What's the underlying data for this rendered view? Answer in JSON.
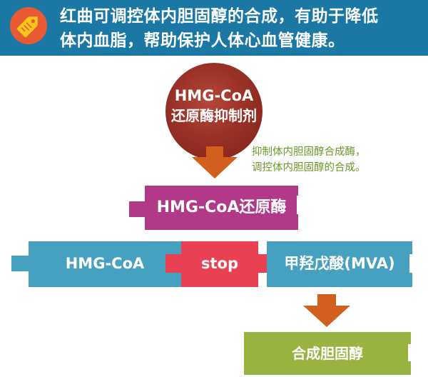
{
  "header": {
    "line1": "红曲可调控体内胆固醇的合成，有助于降低",
    "line2": "体内血脂，帮助保护人体心血管健康。"
  },
  "inhibitor": {
    "line1": "HMG-CoA",
    "line2": "还原酶抑制剂"
  },
  "note": {
    "line1": "抑制体内胆固醇合成酶，",
    "line2": "调控体内胆固醇的合成。"
  },
  "enzyme_label": "HMG-CoA还原酶",
  "pathway": {
    "substrate": "HMG-CoA",
    "block": "stop",
    "product": "甲羟戊酸(MVA)"
  },
  "result_label": "合成胆固醇",
  "colors": {
    "banner": "#1b78a4",
    "tag_badge": "#e85a33",
    "tag_icon": "#f3c61a",
    "inhibitor_circle": "#9a3127",
    "arrow": "#d35f1e",
    "note_text": "#6a9a26",
    "enzyme": "#b13987",
    "pathway_blocks": "#46a1c1",
    "stop": "#e94153",
    "result": "#98b340"
  },
  "icons": {
    "header_badge": "price-tag-icon"
  }
}
